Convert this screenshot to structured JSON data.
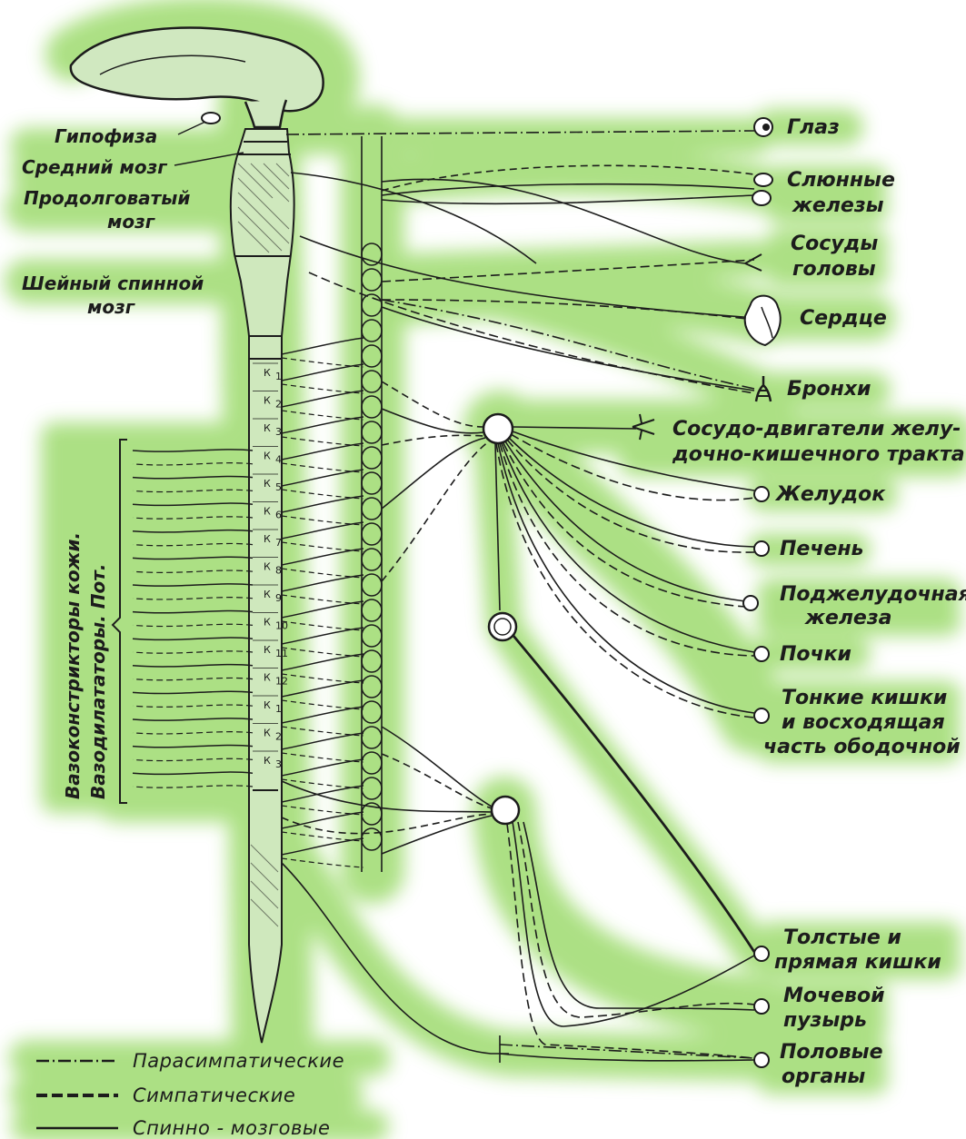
{
  "colors": {
    "glow": "#a8df7e",
    "glow_light": "#cdeeb2",
    "ink": "#1c1c1c",
    "background": "#ffffff"
  },
  "brain_labels": {
    "hypophysis": "Гипофиза",
    "midbrain": "Средний мозг",
    "medulla_1": "Продолговатый",
    "medulla_2": "мозг",
    "cervical_1": "Шейный спинной",
    "cervical_2": "мозг"
  },
  "skin_labels": {
    "line1": "Вазоконстрикторы кожи.",
    "line2": "Вазодилататоры. Пот."
  },
  "organs": {
    "eye": "Глаз",
    "salivary_1": "Слюнные",
    "salivary_2": "железы",
    "head_vessels_1": "Сосуды",
    "head_vessels_2": "головы",
    "heart": "Сердце",
    "bronchi": "Бронхи",
    "gi_vasomotor_1": "Сосудо-двигатели желу-",
    "gi_vasomotor_2": "дочно-кишечного тракта",
    "stomach": "Желудок",
    "liver": "Печень",
    "pancreas_1": "Поджелудочная",
    "pancreas_2": "железа",
    "kidneys": "Почки",
    "small_intestine_1": "Тонкие кишки",
    "small_intestine_2": "и восходящая",
    "small_intestine_3": "часть ободочной",
    "colon_1": "Толстые и",
    "colon_2": "прямая кишки",
    "bladder_1": "Мочевой",
    "bladder_2": "пузырь",
    "genitals_1": "Половые",
    "genitals_2": "органы"
  },
  "legend": [
    {
      "label": "Парасимпатические",
      "line_style": "dash-dot"
    },
    {
      "label": "Симпатические",
      "line_style": "dashed"
    },
    {
      "label": "Спинно - мозговые",
      "line_style": "solid"
    }
  ],
  "segment_marks": [
    {
      "letter": "К",
      "number": "1"
    },
    {
      "letter": "К",
      "number": "2"
    },
    {
      "letter": "К",
      "number": "3"
    },
    {
      "letter": "К",
      "number": "4"
    },
    {
      "letter": "К",
      "number": "5"
    },
    {
      "letter": "К",
      "number": "6"
    },
    {
      "letter": "К",
      "number": "7"
    },
    {
      "letter": "К",
      "number": "8"
    },
    {
      "letter": "К",
      "number": "9"
    },
    {
      "letter": "К",
      "number": "10"
    },
    {
      "letter": "К",
      "number": "11"
    },
    {
      "letter": "К",
      "number": "12"
    },
    {
      "letter": "К",
      "number": "1"
    },
    {
      "letter": "К",
      "number": "2"
    },
    {
      "letter": "К",
      "number": "3"
    }
  ]
}
